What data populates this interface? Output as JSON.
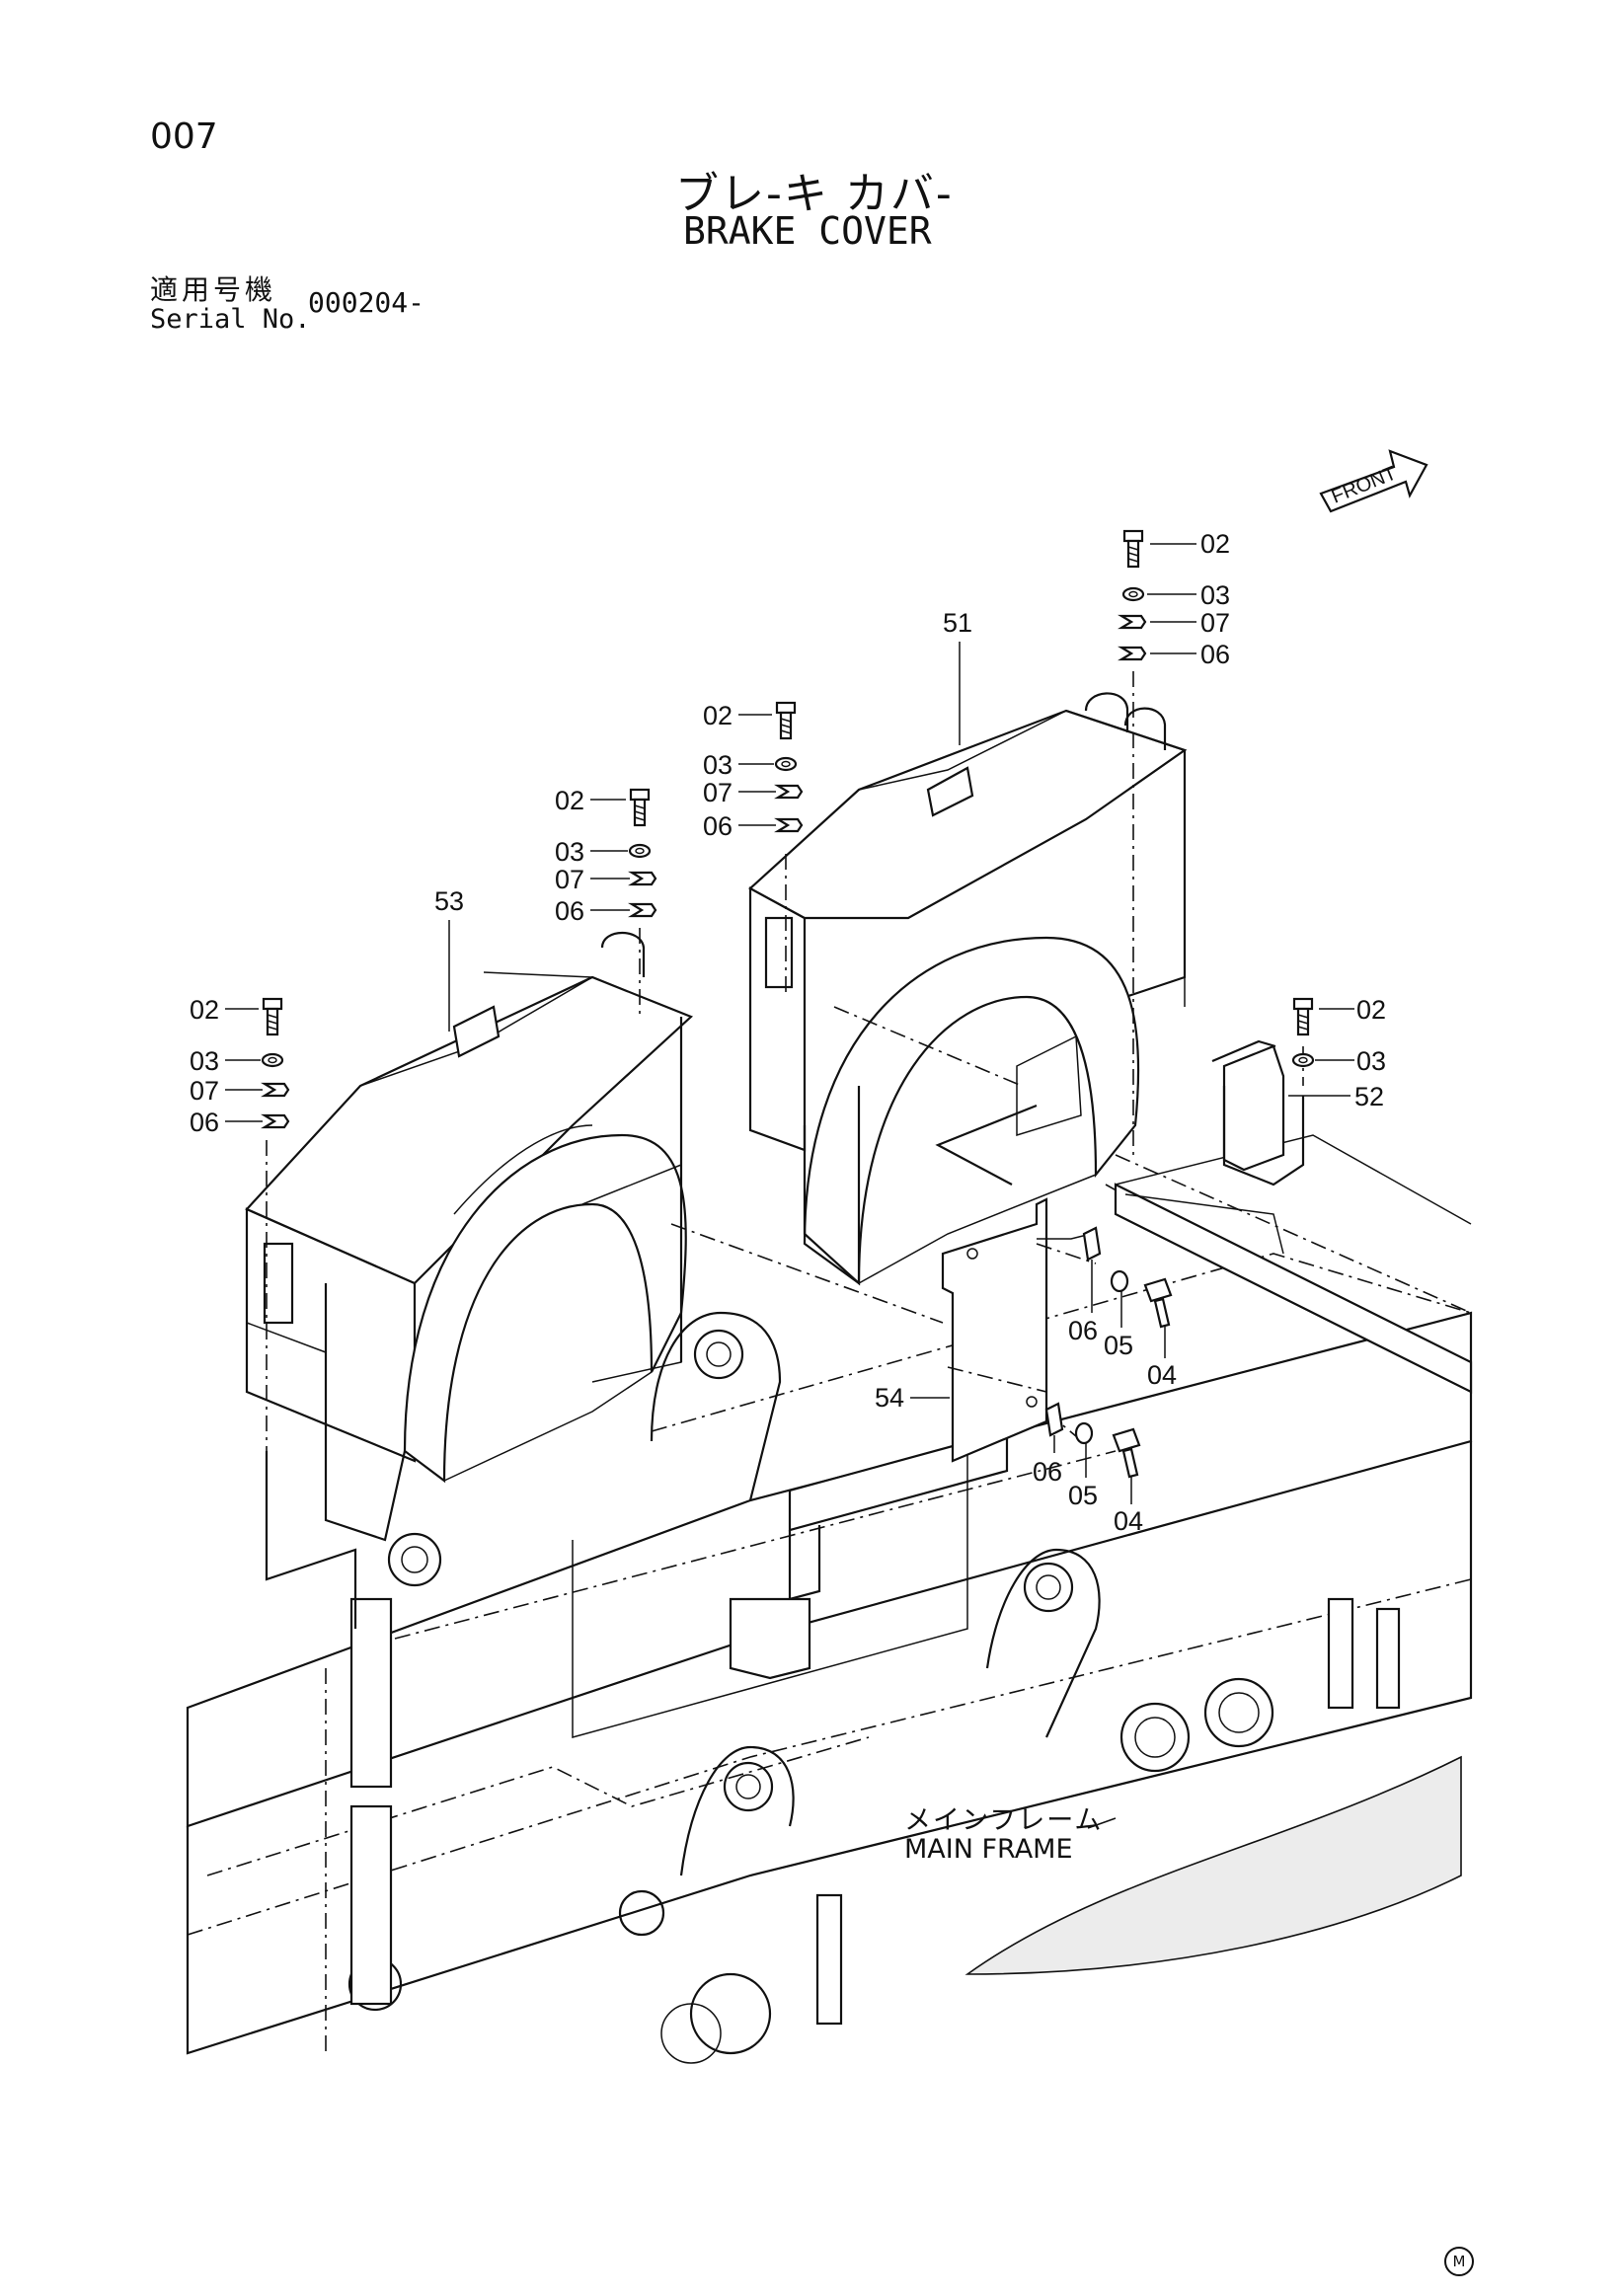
{
  "header": {
    "page_number": "007",
    "title_jp": "ブレ-キ カバ-",
    "title_en": "BRAKE COVER",
    "serial_label_jp": "適用号機",
    "serial_label_en": "Serial No.",
    "serial_value": "000204-"
  },
  "front_label": "FRONT",
  "callouts": {
    "c51": "51",
    "c52": "52",
    "c53": "53",
    "c54": "54",
    "r02": "02",
    "r03": "03",
    "r07": "07",
    "r06": "06",
    "m02": "02",
    "m03": "03",
    "m07": "07",
    "m06": "06",
    "l02": "02",
    "l03": "03",
    "l07": "07",
    "l06": "06",
    "f02": "02",
    "f03": "03",
    "f07": "07",
    "f06": "06",
    "b02": "02",
    "b03": "03",
    "u06": "06",
    "u05": "05",
    "u04": "04",
    "d06": "06",
    "d05": "05",
    "d04": "04"
  },
  "main_frame": {
    "label_jp": "メインフレーム",
    "label_en": "MAIN FRAME"
  },
  "corner_mark": "M",
  "icons": [
    "bolt-icon",
    "washer-icon",
    "clip-icon",
    "front-arrow-icon"
  ]
}
